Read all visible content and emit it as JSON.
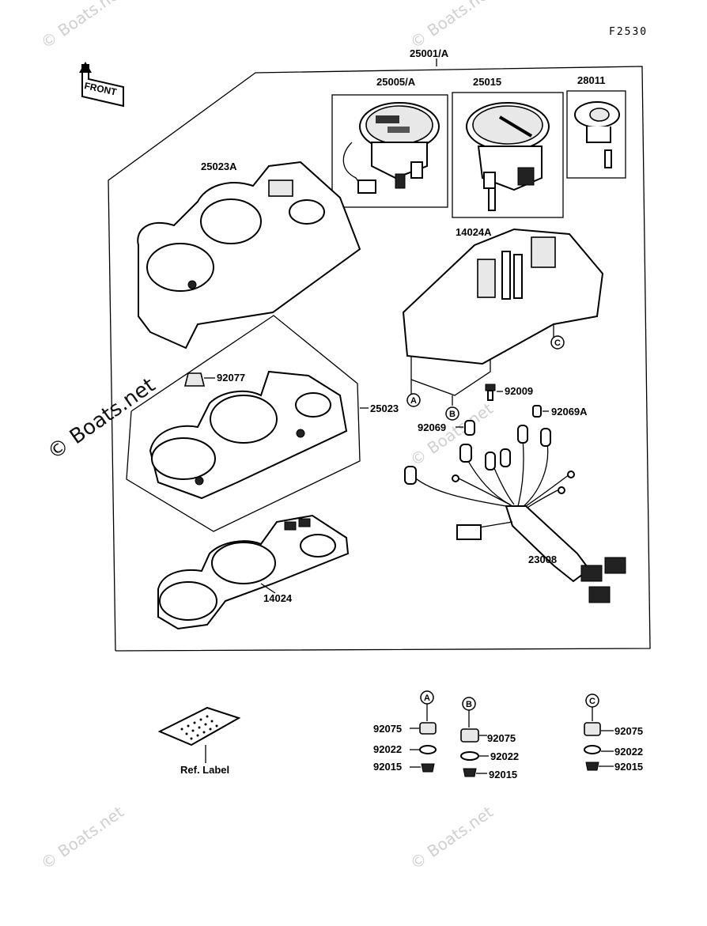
{
  "figure_code": "F2530",
  "front_label": "FRONT",
  "watermark": "© Boats.net",
  "callouts": {
    "assembly": "25001/A",
    "speedometer": "25005/A",
    "tachometer": "25015",
    "meter_28011": "28011",
    "upper_cover": "25023A",
    "meter_case": "14024A",
    "cap_92077": "92077",
    "lower_cover": "25023",
    "screw_92009": "92009",
    "bulb_92069A": "92069A",
    "bulb_92069": "92069",
    "harness": "23008",
    "gasket": "14024"
  },
  "markers": {
    "a": "A",
    "b": "B",
    "c": "C"
  },
  "ref_label": "Ref. Label",
  "detail_a": {
    "p1": "92075",
    "p2": "92022",
    "p3": "92015"
  },
  "detail_b": {
    "p1": "92075",
    "p2": "92022",
    "p3": "92015"
  },
  "detail_c": {
    "p1": "92075",
    "p2": "92022",
    "p3": "92015"
  }
}
